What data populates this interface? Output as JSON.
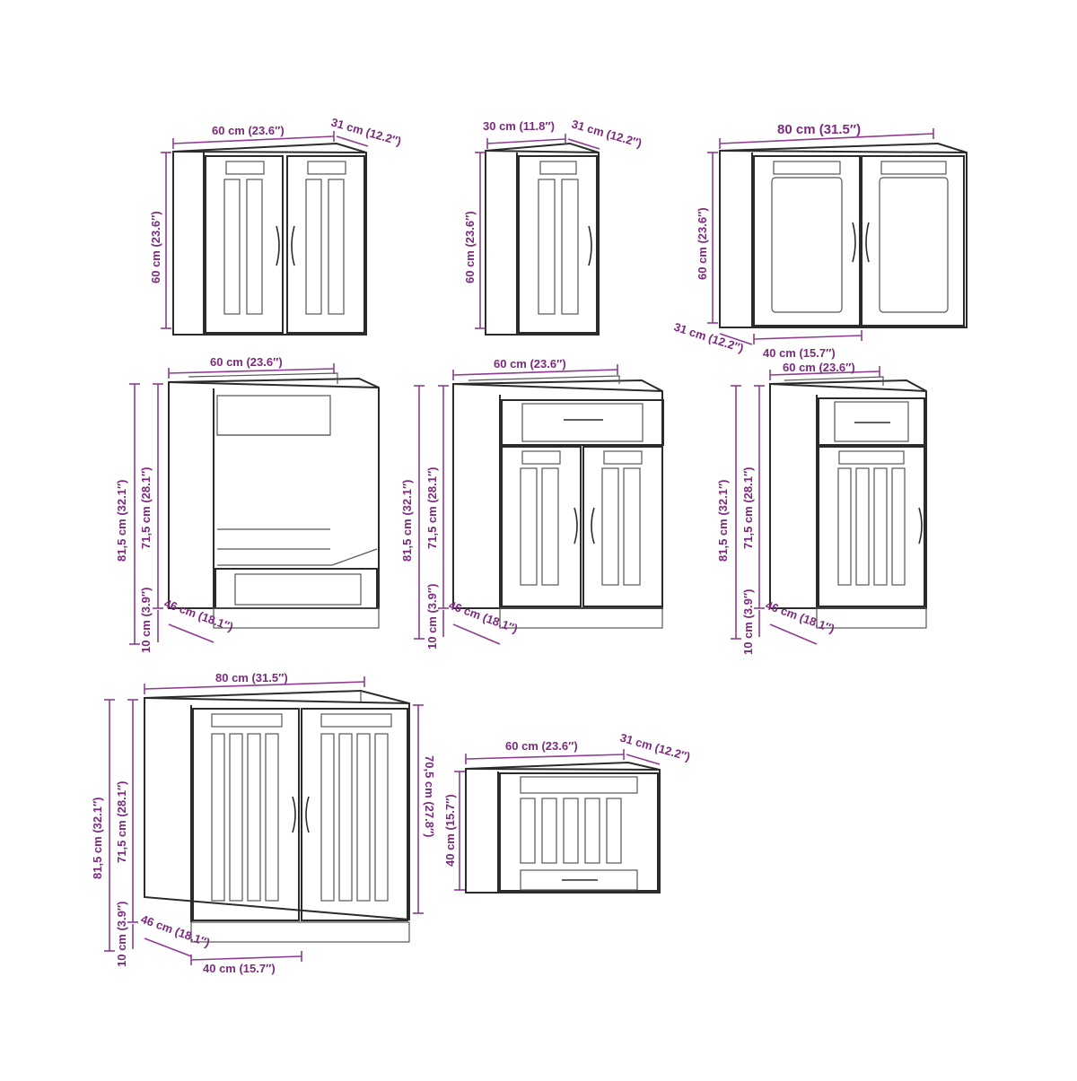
{
  "cabinets": {
    "wall_60": {
      "width": "60 cm (23.6″)",
      "depth": "31 cm (12.2″)",
      "height": "60 cm (23.6″)"
    },
    "wall_30": {
      "width": "30 cm (11.8″)",
      "depth": "31 cm (12.2″)",
      "height": "60 cm (23.6″)"
    },
    "wall_80": {
      "width": "80 cm (31.5″)",
      "depth": "31 cm (12.2″)",
      "inner_width": "40 cm (15.7″)",
      "height": "60 cm (23.6″)"
    },
    "oven_60": {
      "width": "60 cm (23.6″)",
      "depth": "46 cm (18.1″)",
      "total_height": "81,5 cm (32.1″)",
      "body_height": "71,5 cm (28.1″)",
      "plinth_height": "10 cm (3.9″)"
    },
    "drawer_60": {
      "width": "60 cm (23.6″)",
      "depth": "46 cm (18.1″)",
      "total_height": "81,5 cm (32.1″)",
      "body_height": "71,5 cm (28.1″)",
      "plinth_height": "10 cm (3.9″)"
    },
    "drawer_single": {
      "width": "60 cm (23.6″)",
      "depth": "46 cm (18.1″)",
      "total_height": "81,5 cm (32.1″)",
      "body_height": "71,5 cm (28.1″)",
      "plinth_height": "10 cm (3.9″)"
    },
    "sink_80": {
      "width": "80 cm (31.5″)",
      "depth": "46 cm (18.1″)",
      "inner_width": "40 cm (15.7″)",
      "total_height": "81,5 cm (32.1″)",
      "body_height": "71,5 cm (28.1″)",
      "plinth_height": "10 cm (3.9″)",
      "door_height": "70,5 cm (27.8″)"
    },
    "hood_60": {
      "width": "60 cm (23.6″)",
      "depth": "31 cm (12.2″)",
      "height": "40 cm (15.7″)"
    }
  },
  "colors": {
    "dimension": "#8e3b91",
    "outline": "#2b2b2b"
  }
}
